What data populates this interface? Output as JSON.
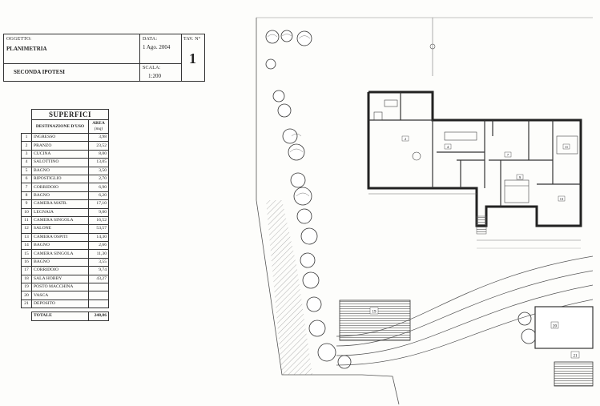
{
  "title_block": {
    "oggetto_label": "OGGETTO:",
    "oggetto_value": "PLANIMETRIA",
    "subtitle": "SECONDA IPOTESI",
    "data_label": "DATA:",
    "data_value": "1 Ago. 2004",
    "scala_label": "SCALA:",
    "scala_value": "1:200",
    "tav_label": "TAV. N°",
    "tav_value": "1"
  },
  "superfici": {
    "title": "SUPERFICI",
    "col_destinazione": "DESTINAZIONE D'USO",
    "col_area": "AREA",
    "col_area_unit": "(mq)",
    "rows": [
      {
        "n": "1",
        "name": "INGRESSO",
        "area": "3,98"
      },
      {
        "n": "2",
        "name": "PRANZO",
        "area": "23,52"
      },
      {
        "n": "3",
        "name": "CUCINA",
        "area": "8,00"
      },
      {
        "n": "4",
        "name": "SALOTTINO",
        "area": "13,05"
      },
      {
        "n": "5",
        "name": "BAGNO",
        "area": "3,50"
      },
      {
        "n": "6",
        "name": "RIPOSTIGLIO",
        "area": "2,70"
      },
      {
        "n": "7",
        "name": "CORRIDOIO",
        "area": "6,90"
      },
      {
        "n": "8",
        "name": "BAGNO",
        "area": "6,20"
      },
      {
        "n": "9",
        "name": "CAMERA MATR.",
        "area": "17,10"
      },
      {
        "n": "10",
        "name": "LEGNAIA",
        "area": "9,00"
      },
      {
        "n": "11",
        "name": "CAMERA SINGOLA",
        "area": "16,52"
      },
      {
        "n": "12",
        "name": "SALONE",
        "area": "53,57"
      },
      {
        "n": "13",
        "name": "CAMERA OSPITI",
        "area": "14,30"
      },
      {
        "n": "14",
        "name": "BAGNO",
        "area": "2,66"
      },
      {
        "n": "15",
        "name": "CAMERA SINGOLA",
        "area": "11,30"
      },
      {
        "n": "16",
        "name": "BAGNO",
        "area": "3,55"
      },
      {
        "n": "17",
        "name": "CORRIDOIO",
        "area": "9,74"
      },
      {
        "n": "18",
        "name": "SALA HOBBY",
        "area": "43,27"
      },
      {
        "n": "19",
        "name": "POSTO MACCHINA",
        "area": ""
      },
      {
        "n": "20",
        "name": "VASCA",
        "area": ""
      },
      {
        "n": "21",
        "name": "DEPOSITO",
        "area": ""
      }
    ],
    "totale_label": "TOTALE",
    "totale_value": "248,86"
  },
  "plan_labels": {
    "posto_macchina": "19",
    "vasca": "20",
    "deposito": "21",
    "room_2": "2",
    "room_4": "4",
    "room_7": "7",
    "room_9": "9",
    "room_11": "11",
    "room_13": "13"
  }
}
